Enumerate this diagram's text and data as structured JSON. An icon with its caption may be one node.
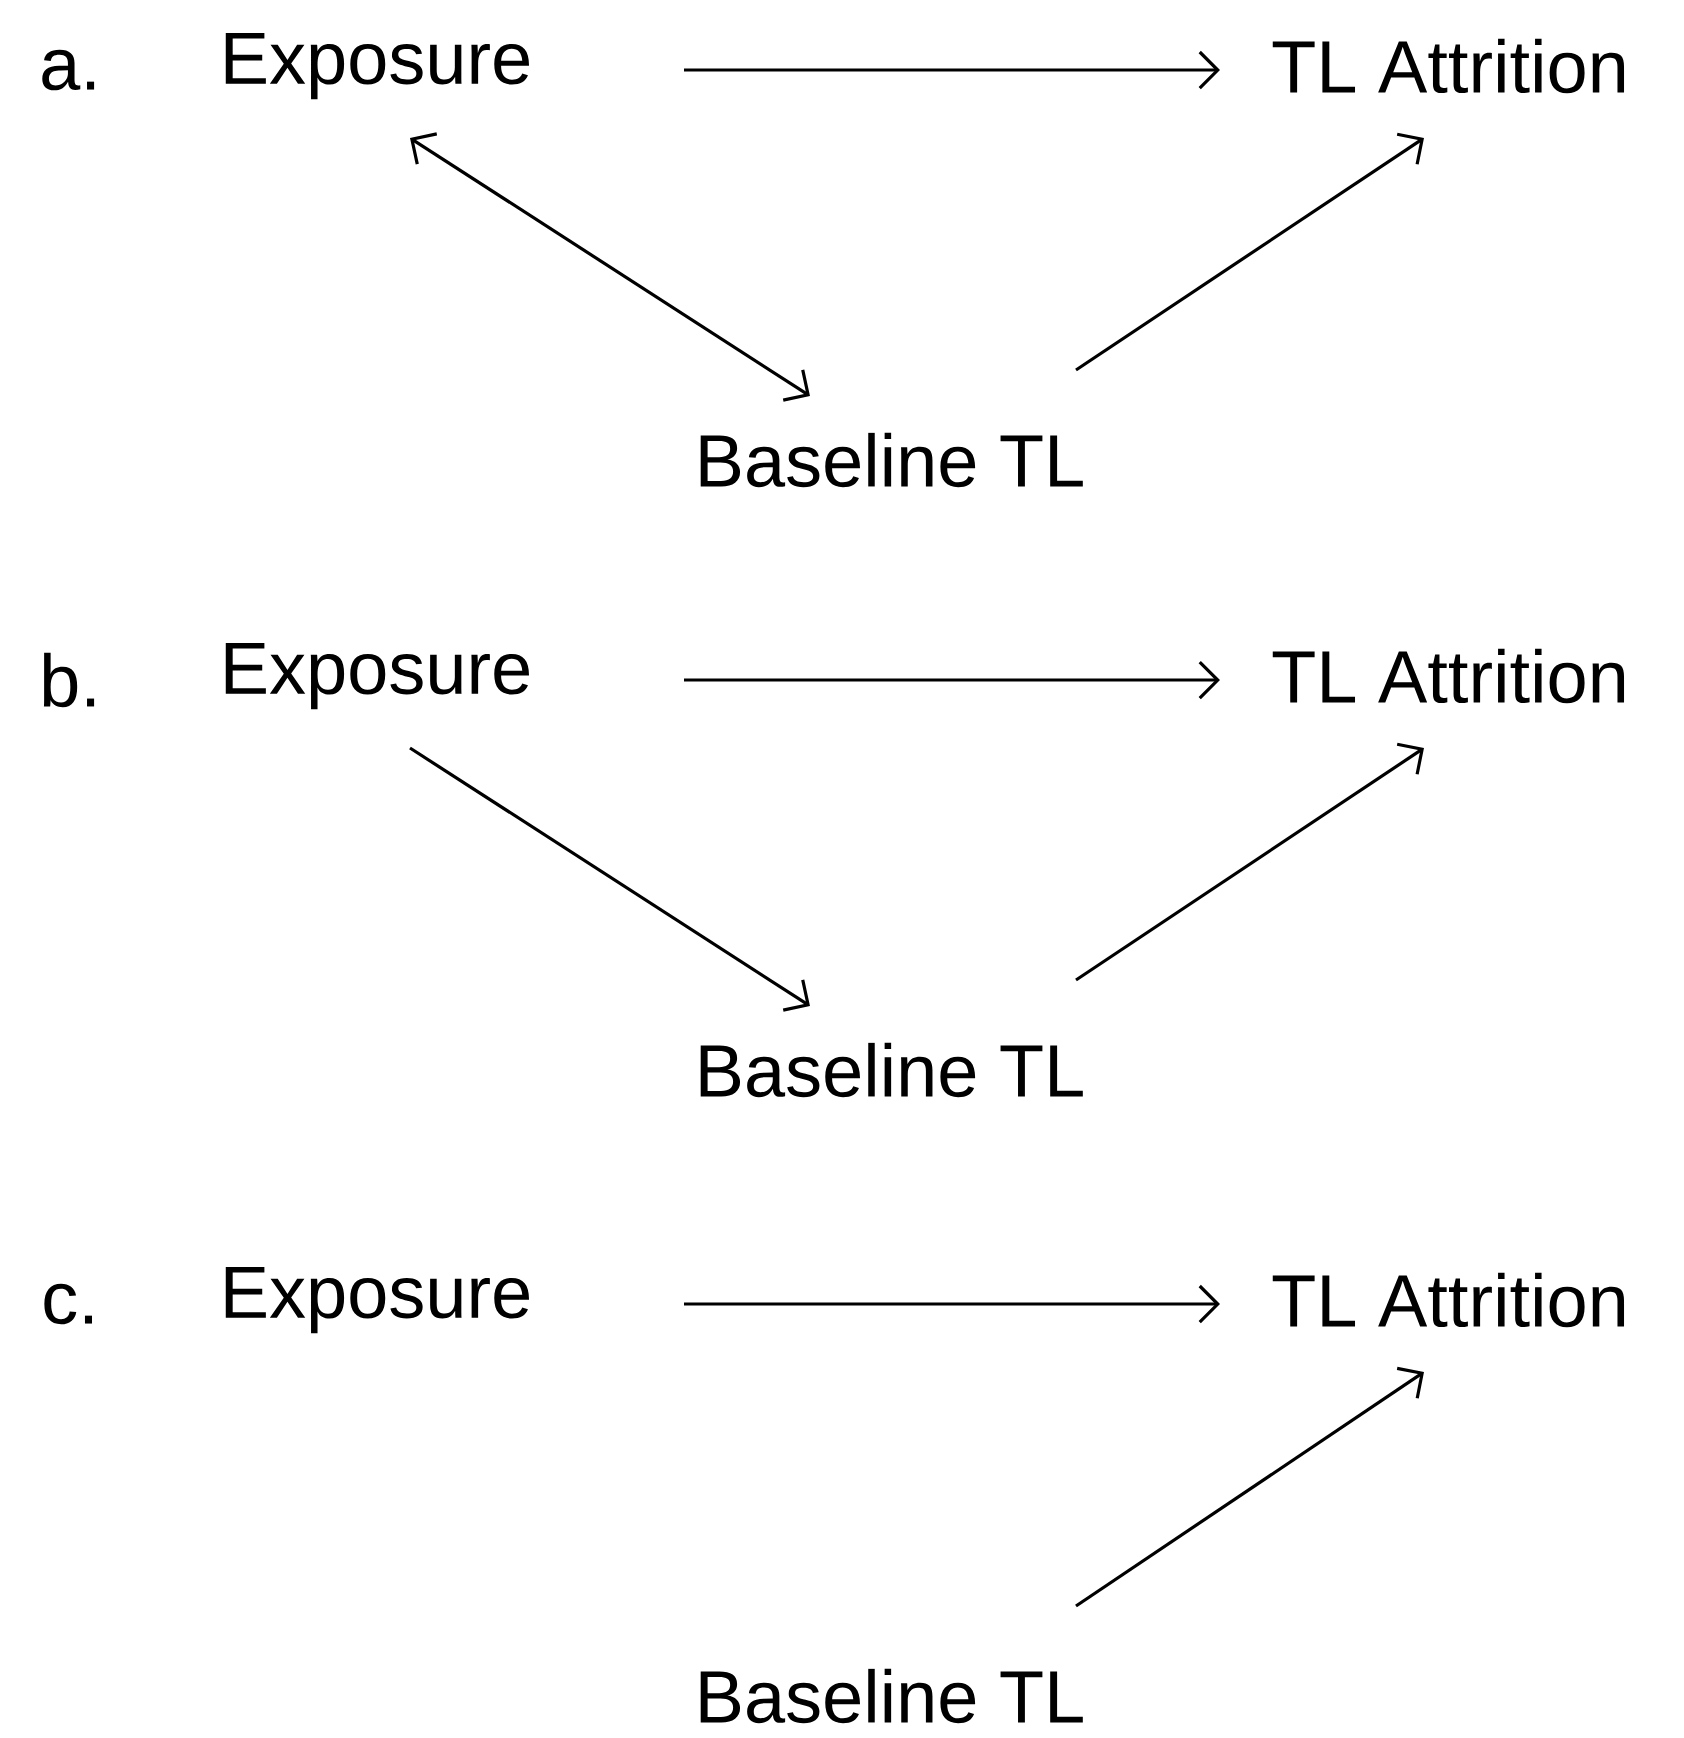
{
  "diagram": {
    "nodes": [
      {
        "text": [
          "Exposure"
        ]
      },
      {
        "text": [
          "TL Attrition"
        ]
      },
      {
        "text": [
          "Baseline TL"
        ]
      },
      {
        "text": [
          "Exposure"
        ]
      },
      {
        "text": [
          "TL Attrition"
        ]
      },
      {
        "text": [
          "Baseline TL"
        ]
      },
      {
        "text": [
          "Exposure"
        ]
      },
      {
        "text": [
          "TL Attrition"
        ]
      },
      {
        "text": [
          "Baseline TL"
        ]
      }
    ],
    "edges": [
      {
        "from": 0,
        "to": 1,
        "arrow": "to"
      },
      {
        "from": 0,
        "to": 2,
        "arrow": "both"
      },
      {
        "from": 2,
        "to": 1,
        "arrow": "to"
      },
      {
        "from": 3,
        "to": 4,
        "arrow": "to"
      },
      {
        "from": 3,
        "to": 5,
        "arrow": "to"
      },
      {
        "from": 5,
        "to": 4,
        "arrow": "to"
      },
      {
        "from": 6,
        "to": 7,
        "arrow": "to"
      },
      {
        "from": 8,
        "to": 7,
        "arrow": "to"
      }
    ],
    "labels": [
      "a.",
      "b.",
      "c."
    ]
  }
}
